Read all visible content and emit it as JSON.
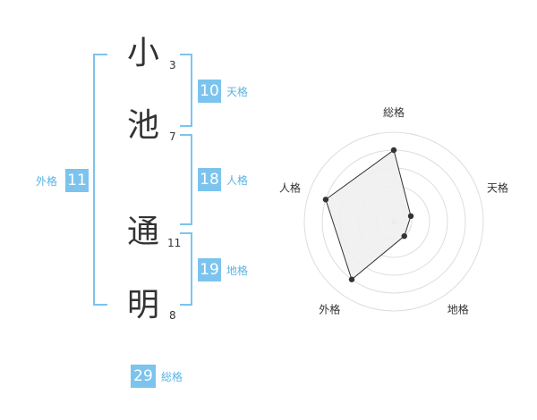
{
  "name": {
    "characters": [
      {
        "char": "小",
        "strokes": "3"
      },
      {
        "char": "池",
        "strokes": "7"
      },
      {
        "char": "通",
        "strokes": "11"
      },
      {
        "char": "明",
        "strokes": "8"
      }
    ]
  },
  "scores": {
    "tenkaku": {
      "value": "10",
      "label": "天格"
    },
    "jinkaku": {
      "value": "18",
      "label": "人格"
    },
    "chikaku": {
      "value": "19",
      "label": "地格"
    },
    "gaikaku": {
      "value": "11",
      "label": "外格"
    },
    "soukaku": {
      "value": "29",
      "label": "総格"
    }
  },
  "chart_data": {
    "type": "radar",
    "axes": [
      "総格",
      "天格",
      "地格",
      "外格",
      "人格"
    ],
    "values": [
      0.8,
      0.2,
      0.2,
      0.8,
      0.8
    ],
    "max": 1,
    "rings": 5,
    "colors": {
      "fill": "#f0f0f0",
      "line": "#333333",
      "grid": "#dddddd"
    }
  }
}
